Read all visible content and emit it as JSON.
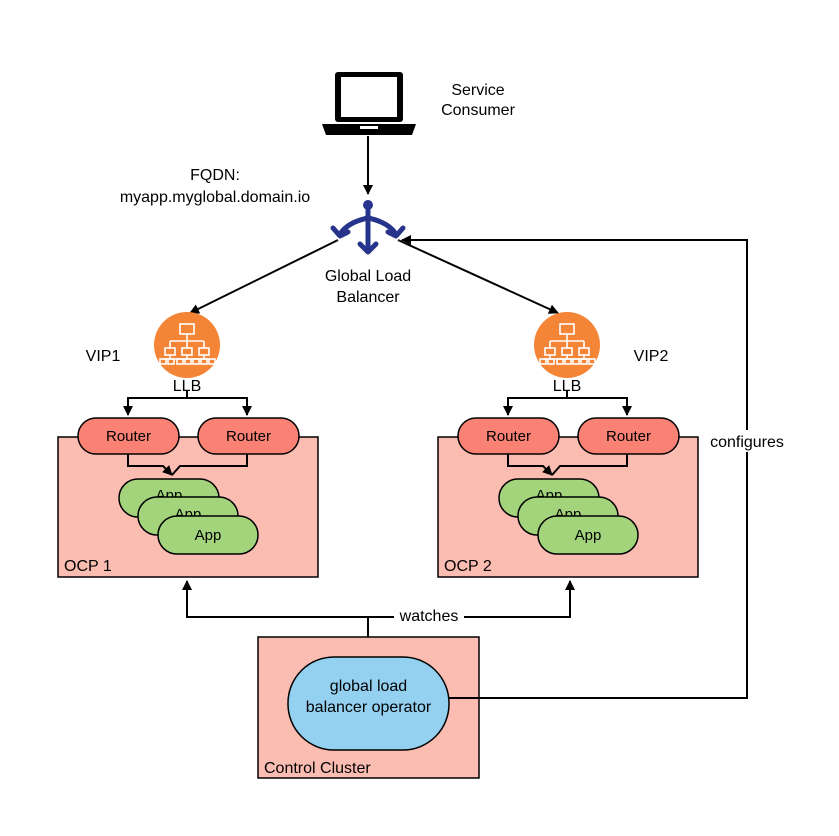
{
  "consumer": {
    "line1": "Service",
    "line2": "Consumer"
  },
  "fqdn": {
    "line1": "FQDN:",
    "line2": "myapp.myglobal.domain.io"
  },
  "glb": {
    "line1": "Global Load",
    "line2": "Balancer"
  },
  "left_llb": {
    "vip": "VIP1",
    "label": "LLB"
  },
  "right_llb": {
    "vip": "VIP2",
    "label": "LLB"
  },
  "left_cluster": {
    "name": "OCP 1",
    "routers": [
      "Router",
      "Router"
    ],
    "apps": [
      "App",
      "App",
      "App"
    ]
  },
  "right_cluster": {
    "name": "OCP 2",
    "routers": [
      "Router",
      "Router"
    ],
    "apps": [
      "App",
      "App",
      "App"
    ]
  },
  "edges": {
    "watches": "watches",
    "configures": "configures"
  },
  "control": {
    "name": "Control Cluster",
    "operator_line1": "global load",
    "operator_line2": "balancer operator"
  },
  "colors": {
    "cluster_fill": "#fbbcb2",
    "router_fill": "#f98274",
    "app_fill": "#a3d47b",
    "operator_fill": "#94d1f0",
    "llb_fill": "#f58536",
    "glb_icon": "#27348b"
  },
  "icons": {
    "consumer": "laptop-icon",
    "glb": "load-balancer-icon",
    "llb": "network-hierarchy-icon"
  }
}
